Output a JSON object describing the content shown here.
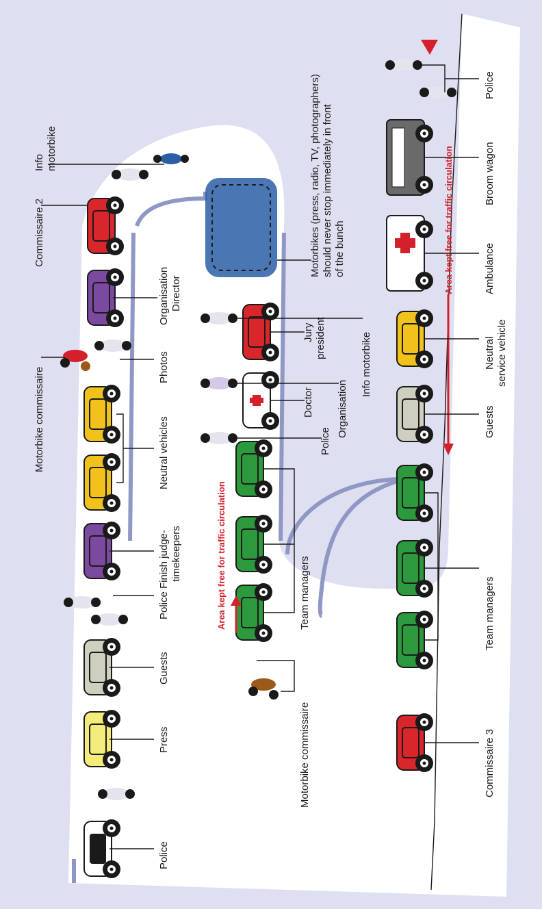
{
  "labels": {
    "police_1": "Police",
    "press": "Press",
    "guests_1": "Guests",
    "police_2": "Police",
    "finish_judge": "Finish judge-",
    "timekeepers": "timekeepers",
    "neutral_vehicles": "Neutral vehicles",
    "photos": "Photos",
    "organisation_director_1": "Organisation",
    "organisation_director_2": "Director",
    "motorbike_commissaire_1": "Motorbike commissaire",
    "commissaire_2": "Commissaire 2",
    "info_motorbike_top_1": "Info",
    "info_motorbike_top_2": "motorbike",
    "motorbike_commissaire_2": "Motorbike commissaire",
    "team_managers_1": "Team managers",
    "police_3": "Police",
    "organisation": "Organisation",
    "doctor": "Doctor",
    "jury_president_1": "Jury",
    "jury_president_2": "president",
    "info_motorbike_mid": "Info motorbike",
    "motorbikes_note_1": "Motorbikes (press, radio, TV, photographers)",
    "motorbikes_note_2": "should never stop immediately in front",
    "motorbikes_note_3": "of the bunch",
    "commissaire_3": "Commissaire 3",
    "team_managers_2": "Team managers",
    "guests_2": "Guests",
    "neutral_service_1": "Neutral",
    "neutral_service_2": "service vehicle",
    "ambulance": "Ambulance",
    "broom_wagon": "Broom wagon",
    "police_4": "Police",
    "area_free_1": "Area kept free for traffic circulation",
    "area_free_2": "Area kept free for traffic circulation"
  },
  "colors": {
    "background": "#dedff0",
    "road": "#ffffff",
    "road_edge": "#8f97c4",
    "accent_red": "#d4202a",
    "car_yellow": "#f2c21c",
    "car_green": "#2c9a3c",
    "car_red": "#d8262b",
    "car_purple": "#7b4aa0",
    "car_grey": "#cfcfbf",
    "car_pale_yellow": "#f3ec7a"
  }
}
